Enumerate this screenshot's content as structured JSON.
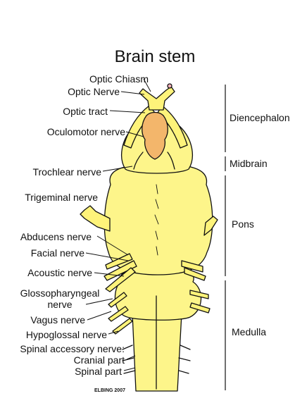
{
  "title": "Brain stem",
  "labels": {
    "optic_chiasm": "Optic Chiasm",
    "optic_nerve": "Optic Nerve",
    "optic_tract": "Optic tract",
    "oculomotor": "Oculomotor nerve",
    "trochlear": "Trochlear nerve",
    "trigeminal": "Trigeminal nerve",
    "abducens": "Abducens nerve",
    "facial": "Facial nerve",
    "acoustic": "Acoustic nerve",
    "glosso_1": "Glossopharyngeal",
    "glosso_2": "nerve",
    "vagus": "Vagus nerve",
    "hypoglossal": "Hypoglossal nerve",
    "spinal_accessory": "Spinal accessory nerve:",
    "cranial_part": "Cranial part",
    "spinal_part": "Spinal part"
  },
  "regions": {
    "diencephalon": "Diencephalon",
    "midbrain": "Midbrain",
    "pons": "Pons",
    "medulla": "Medulla"
  },
  "signature": "ELBING 2007",
  "colors": {
    "tissue": "#fdf58a",
    "tissue_light": "#fefbbf",
    "nerve": "#fef37a",
    "mammillary": "#f3b66b",
    "pink_tip": "#f6b2bd",
    "outline": "#111111"
  }
}
